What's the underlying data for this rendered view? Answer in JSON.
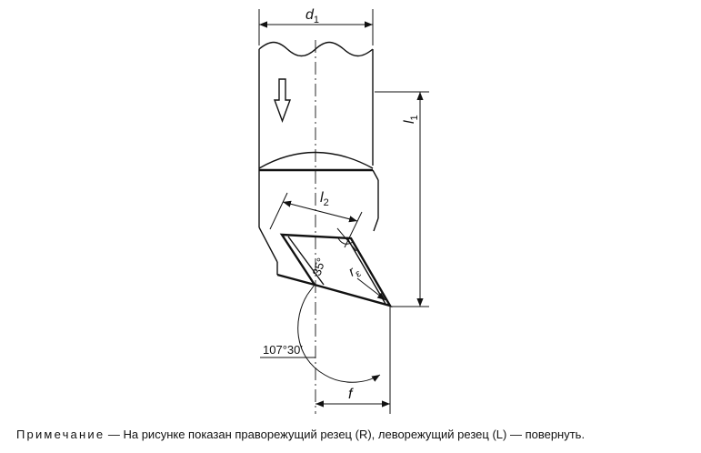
{
  "labels": {
    "d1_main": "d",
    "d1_sub": "1",
    "l1_main": "l",
    "l1_sub": "1",
    "l2_main": "l",
    "l2_sub": "2",
    "re_main": "r",
    "re_sub": "ε",
    "f": "f",
    "angle_35": "35°",
    "angle_107": "107°30′"
  },
  "note": {
    "word": "Примечание",
    "text": " — На рисунке показан праворежущий резец (R), леворежущий резец (L) — повернуть."
  }
}
